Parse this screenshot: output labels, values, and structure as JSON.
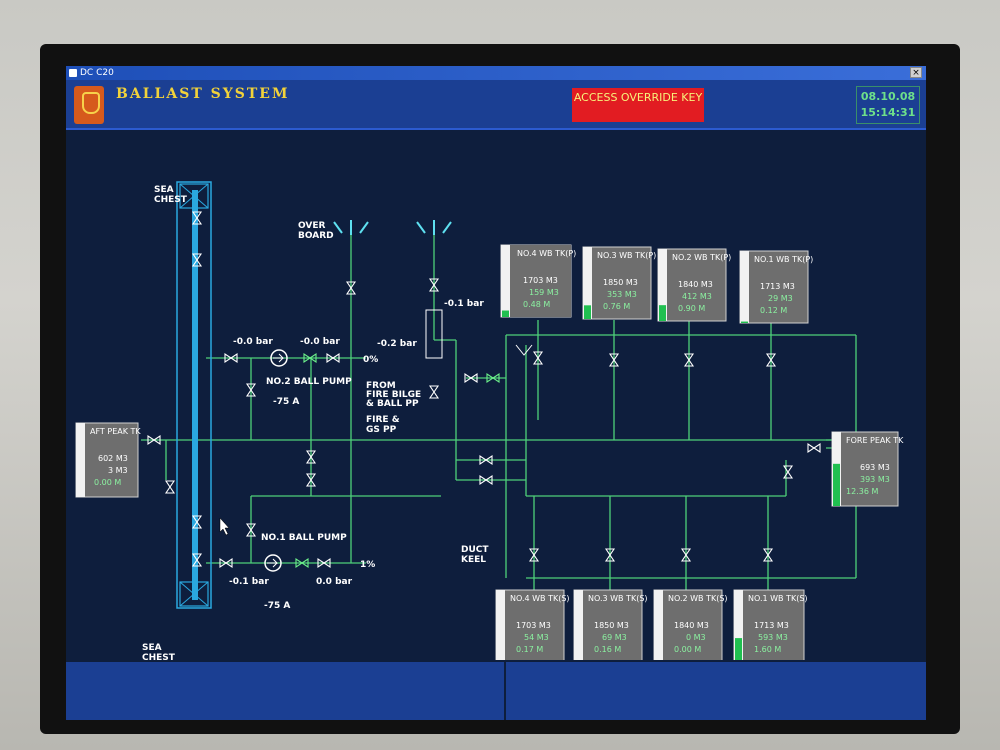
{
  "window": {
    "title": "DC C20",
    "close_label": "×"
  },
  "header": {
    "title": "BALLAST  SYSTEM",
    "access_override": "ACCESS OVERRIDE KEY",
    "date": "08.10.08",
    "time": "15:14:31"
  },
  "labels": {
    "sea_chest_top": "SEA CHEST",
    "sea_chest_bottom": "SEA CHEST",
    "overboard": "OVER BOARD",
    "from_fire_bilge": "FROM FIRE BILGE & BALL PP",
    "fire_gs": "FIRE & GS PP",
    "duct_keel": "DUCT KEEL",
    "pump2": "NO.2 BALL PUMP",
    "pump1": "NO.1 BALL PUMP",
    "pump2_current": "-75 A",
    "pump1_current": "-75 A",
    "p2_suction": "-0.0 bar",
    "p2_discharge": "-0.0 bar",
    "p2_percent": "0%",
    "p1_suction": "-0.1 bar",
    "p1_discharge": "0.0 bar",
    "p1_percent": "1%",
    "overboard_pressure": "-0.1 bar",
    "fire_pressure": "-0.2 bar"
  },
  "tanks": {
    "wb4p": {
      "name": "NO.4 WB TK(P)",
      "capacity": "1703 M3",
      "volume": "159 M3",
      "sounding": "0.48 M",
      "level": 0.09
    },
    "wb3p": {
      "name": "NO.3 WB TK(P)",
      "capacity": "1850 M3",
      "volume": "353 M3",
      "sounding": "0.76 M",
      "level": 0.19
    },
    "wb2p": {
      "name": "NO.2 WB TK(P)",
      "capacity": "1840 M3",
      "volume": "412 M3",
      "sounding": "0.90 M",
      "level": 0.22
    },
    "wb1p": {
      "name": "NO.1 WB TK(P)",
      "capacity": "1713 M3",
      "volume": "29 M3",
      "sounding": "0.12 M",
      "level": 0.02
    },
    "aft": {
      "name": "AFT PEAK TK",
      "capacity": "602 M3",
      "volume": "3 M3",
      "sounding": "0.00 M",
      "level": 0.0
    },
    "fore": {
      "name": "FORE PEAK TK",
      "capacity": "693 M3",
      "volume": "393 M3",
      "sounding": "12.36 M",
      "level": 0.57
    },
    "wb4s": {
      "name": "NO.4 WB TK(S)",
      "capacity": "1703 M3",
      "volume": "54 M3",
      "sounding": "0.17 M",
      "level": 0.03
    },
    "wb3s": {
      "name": "NO.3 WB TK(S)",
      "capacity": "1850 M3",
      "volume": "69 M3",
      "sounding": "0.16 M",
      "level": 0.04
    },
    "wb2s": {
      "name": "NO.2 WB TK(S)",
      "capacity": "1840 M3",
      "volume": "0 M3",
      "sounding": "0.00 M",
      "level": 0.0
    },
    "wb1s": {
      "name": "NO.1 WB TK(S)",
      "capacity": "1713 M3",
      "volume": "593 M3",
      "sounding": "1.60 M",
      "level": 0.35
    }
  },
  "colors": {
    "pipe": "#4ed07a",
    "level": "#20c050",
    "sea_chest": "#2aa8e0",
    "alarm": "#e21c22"
  }
}
